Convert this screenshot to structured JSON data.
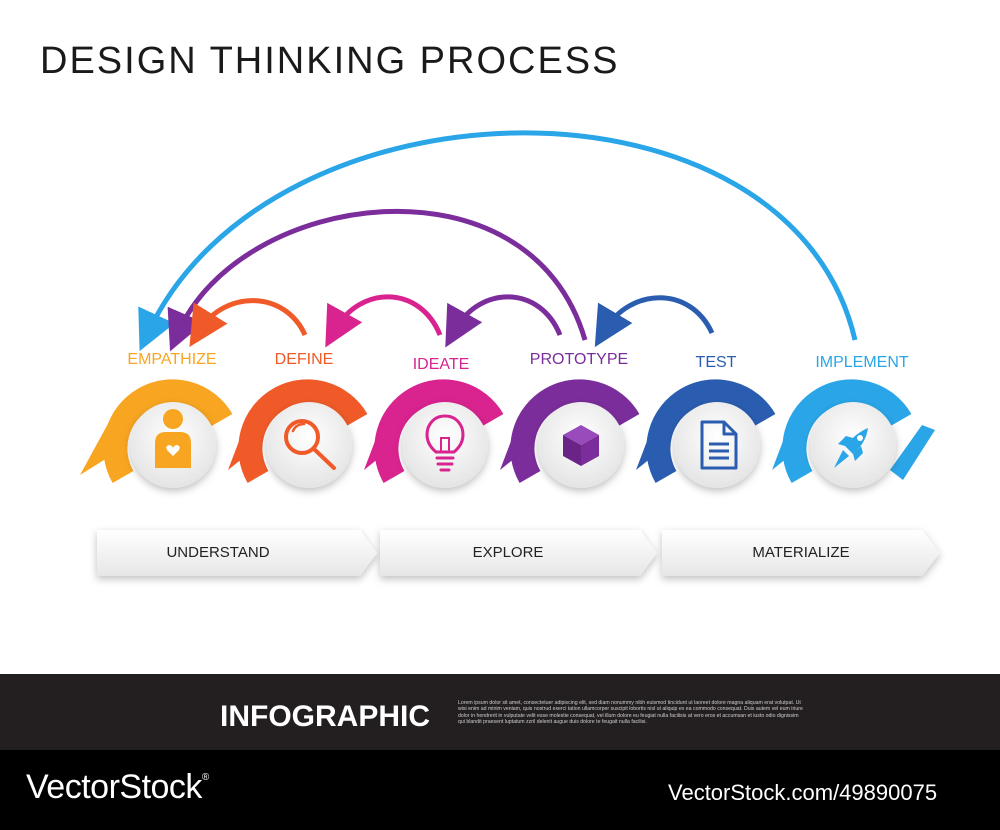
{
  "title": "DESIGN THINKING PROCESS",
  "steps": [
    {
      "label": "EMPATHIZE",
      "color": "#f8a621",
      "icon": "person-heart-icon"
    },
    {
      "label": "DEFINE",
      "color": "#f05a28",
      "icon": "magnifier-icon"
    },
    {
      "label": "IDEATE",
      "color": "#d9238f",
      "icon": "lightbulb-icon"
    },
    {
      "label": "PROTOTYPE",
      "color": "#7b2d9b",
      "icon": "cube-icon"
    },
    {
      "label": "TEST",
      "color": "#2a5db0",
      "icon": "document-icon"
    },
    {
      "label": "IMPLEMENT",
      "color": "#2aa6e8",
      "icon": "rocket-icon"
    }
  ],
  "phases": [
    {
      "label": "UNDERSTAND"
    },
    {
      "label": "EXPLORE"
    },
    {
      "label": "MATERIALIZE"
    }
  ],
  "footer": {
    "infographic": "INFOGRAPHIC",
    "body_text": "Lorem ipsum dolor sit amet, consectetuer adipiscing elit, sed diam nonummy nibh euismod tincidunt ut laoreet dolore magna aliquam erat volutpat. Ut wisi enim ad minim veniam, quis nostrud exerci tation ullamcorper suscipit lobortis nisl ut aliquip ex ea commodo consequat. Duis autem vel eum iriure dolor in hendrerit in vulputate velit esse molestie consequat, vel illum dolore eu feugiat nulla facilisis at vero eros et accumsan et iusto odio dignissim qui blandit praesent luptatum zzril delenit augue duis dolore te feugait nulla facilisi.",
    "brand": "VectorStock",
    "brand_mark": "®",
    "url": "VectorStock.com/49890075"
  }
}
